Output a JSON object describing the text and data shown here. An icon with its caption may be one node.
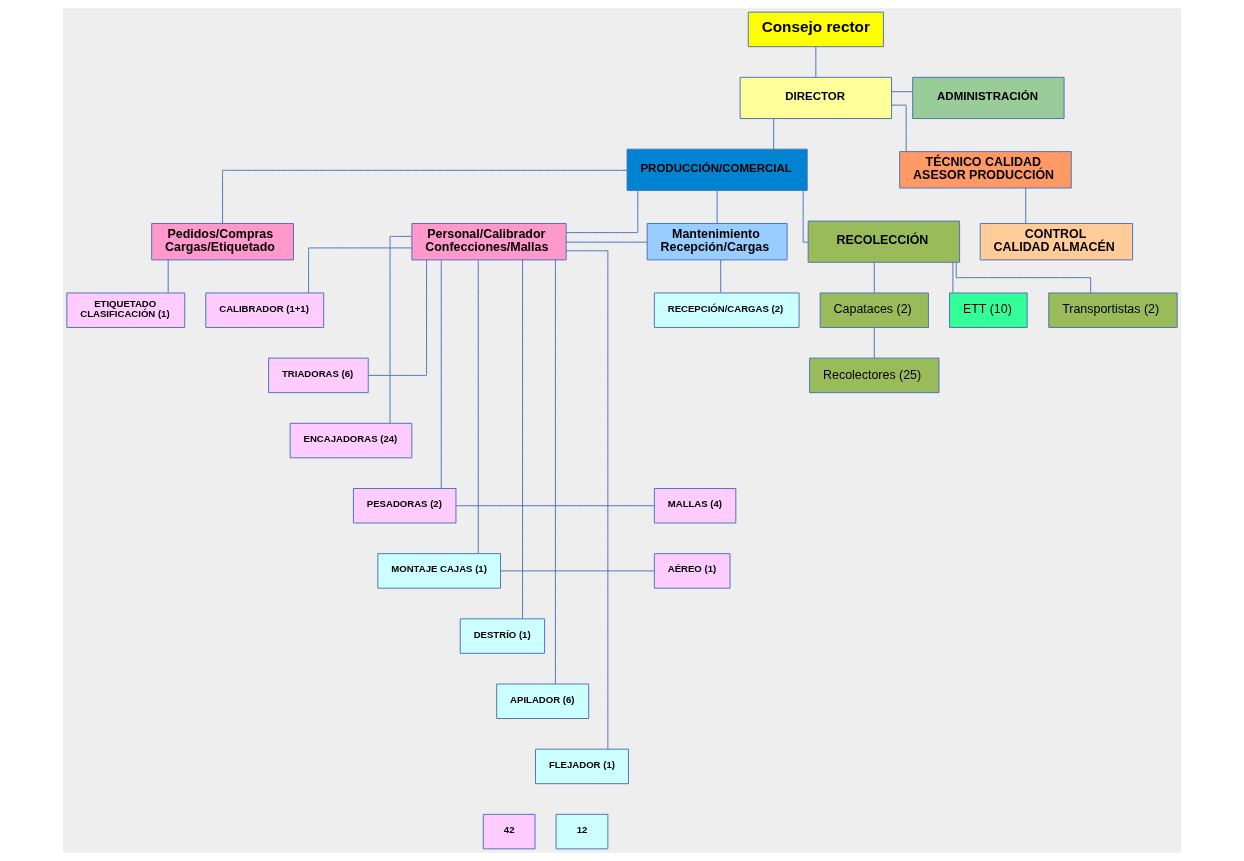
{
  "diagram": {
    "nodes": [
      {
        "text": [
          "Consejo rector"
        ]
      },
      {
        "text": [
          "DIRECTOR"
        ]
      },
      {
        "text": [
          "ADMINISTRACIÓN"
        ]
      },
      {
        "text": [
          "PRODUCCIÓN/COMERCIAL"
        ]
      },
      {
        "text": [
          "TÉCNICO CALIDAD ASESOR PRODUCCIÓN"
        ]
      },
      {
        "text": [
          "Pedidos/Compras Cargas/Etiquetado"
        ]
      },
      {
        "text": [
          "Personal/Calibrador Confecciones/Mallas"
        ]
      },
      {
        "text": [
          "Mantenimiento Recepción/Cargas"
        ]
      },
      {
        "text": [
          "CONTROL CALIDAD ALMACÉN"
        ]
      },
      {
        "text": [
          "ETIQUETADO CLASIFICACIÓN (1)"
        ]
      },
      {
        "text": [
          "RECEPCIÓN/CARGAS (2)"
        ]
      },
      {
        "text": [
          "CALIBRADOR (1+1)"
        ]
      },
      {
        "text": [
          "TRIADORAS (6)"
        ]
      },
      {
        "text": [
          "ENCAJADORAS (24)"
        ]
      },
      {
        "text": [
          "PESADORAS (2)"
        ]
      },
      {
        "text": [
          "MALLAS (4)"
        ]
      },
      {
        "text": [
          "MONTAJE CAJAS (1)"
        ]
      },
      {
        "text": [
          "AÉREO (1)"
        ]
      },
      {
        "text": [
          "DESTRÍO (1)"
        ]
      },
      {
        "text": [
          "APILADOR (6)"
        ]
      },
      {
        "text": [
          "FLEJADOR (1)"
        ]
      },
      {
        "text": [
          "RECOLECCIÓN"
        ]
      },
      {
        "text": [
          "Capataces (2)"
        ]
      },
      {
        "text": [
          "ETT (10)"
        ]
      },
      {
        "text": [
          "Transportistas (2)"
        ]
      },
      {
        "text": [
          "Recolectores (25)"
        ]
      },
      {
        "text": [
          "42"
        ]
      },
      {
        "text": [
          "12"
        ]
      }
    ],
    "edges": [
      {
        "from": 0,
        "to": 1,
        "arrow": "none"
      },
      {
        "from": 1,
        "to": 2,
        "arrow": "none"
      },
      {
        "from": 1,
        "to": 3,
        "arrow": "none"
      },
      {
        "from": 1,
        "to": 4,
        "arrow": "none"
      },
      {
        "from": 3,
        "to": 5,
        "arrow": "none"
      },
      {
        "from": 3,
        "to": 6,
        "arrow": "none"
      },
      {
        "from": 3,
        "to": 7,
        "arrow": "none"
      },
      {
        "from": 3,
        "to": 21,
        "arrow": "none"
      },
      {
        "from": 4,
        "to": 8,
        "arrow": "none"
      },
      {
        "from": 5,
        "to": 9,
        "arrow": "none"
      },
      {
        "from": 6,
        "to": 7,
        "arrow": "none"
      },
      {
        "from": 7,
        "to": 10,
        "arrow": "none"
      },
      {
        "from": 6,
        "to": 11,
        "arrow": "none"
      },
      {
        "from": 6,
        "to": 12,
        "arrow": "none"
      },
      {
        "from": 6,
        "to": 13,
        "arrow": "none"
      },
      {
        "from": 6,
        "to": 14,
        "arrow": "none"
      },
      {
        "from": 14,
        "to": 15,
        "arrow": "none"
      },
      {
        "from": 6,
        "to": 16,
        "arrow": "none"
      },
      {
        "from": 16,
        "to": 17,
        "arrow": "none"
      },
      {
        "from": 6,
        "to": 18,
        "arrow": "none"
      },
      {
        "from": 6,
        "to": 19,
        "arrow": "none"
      },
      {
        "from": 6,
        "to": 20,
        "arrow": "none"
      },
      {
        "from": 21,
        "to": 22,
        "arrow": "none"
      },
      {
        "from": 21,
        "to": 23,
        "arrow": "none"
      },
      {
        "from": 21,
        "to": 24,
        "arrow": "none"
      },
      {
        "from": 22,
        "to": 25,
        "arrow": "none"
      }
    ]
  }
}
